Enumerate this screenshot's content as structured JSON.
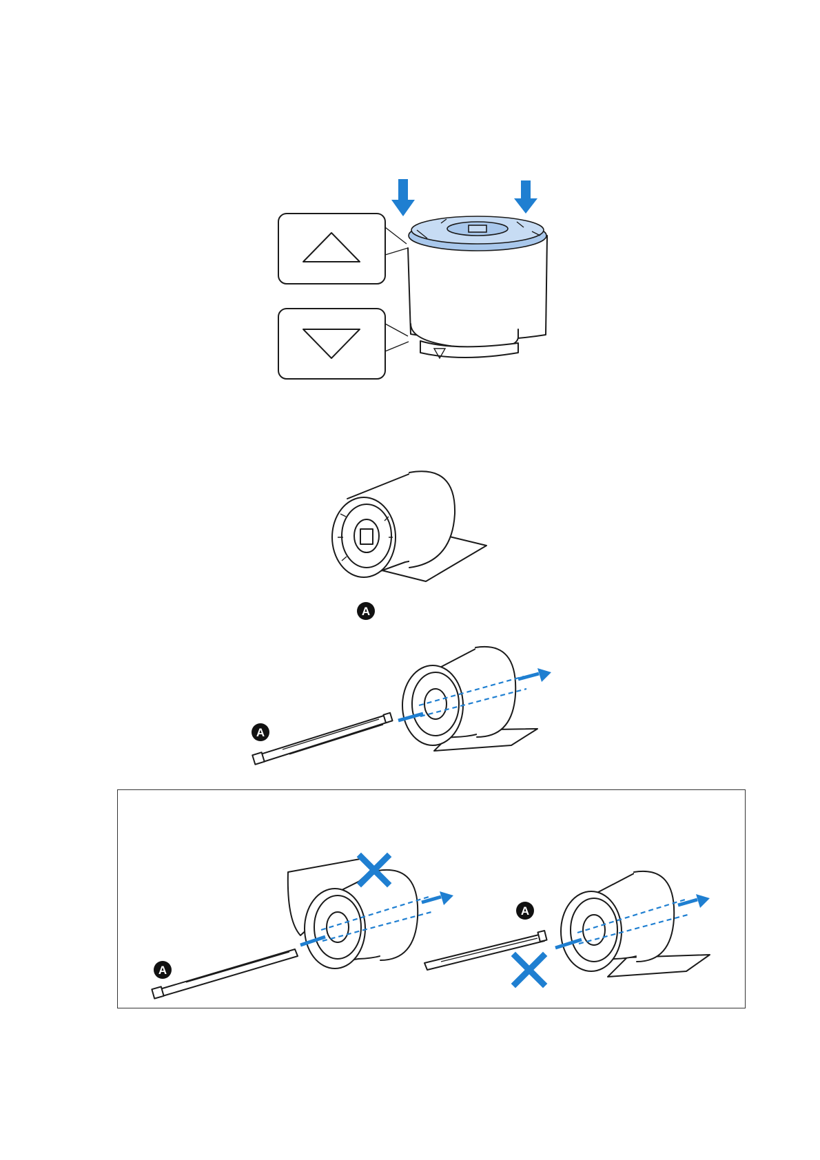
{
  "figures": {
    "flange_alignment": {
      "callout_top_icon": "triangle-up-icon",
      "callout_bottom_icon": "triangle-down-icon",
      "arrow_color": "#1f7fd1",
      "flange_color": "#a9c8ec"
    },
    "roll_paper": {
      "paper_color": "#dbe8f7"
    },
    "spindle_insertion": {
      "label": "A"
    },
    "incorrect_examples": {
      "left_label": "A",
      "right_label": "A",
      "cross_icon": "cross-icon",
      "cross_color": "#1f7fd1"
    }
  }
}
